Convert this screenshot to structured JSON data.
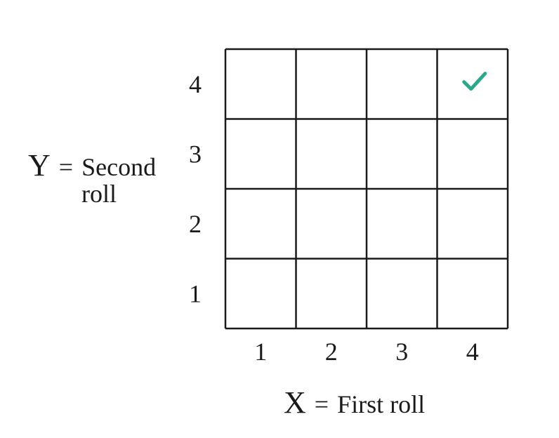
{
  "chart_data": {
    "type": "table",
    "x_values": [
      "1",
      "2",
      "3",
      "4"
    ],
    "y_values": [
      "1",
      "2",
      "3",
      "4"
    ],
    "x_axis": {
      "variable": "X",
      "equals": "=",
      "description": "First roll"
    },
    "y_axis": {
      "variable": "Y",
      "equals": "=",
      "description_line1": "Second",
      "description_line2": "roll"
    },
    "marked_cells": [
      {
        "x": "4",
        "y": "4",
        "mark": "check"
      }
    ],
    "grid": true
  },
  "colors": {
    "check_mark": "#2aa889",
    "grid_line": "#1a1a1a",
    "background": "#ffffff"
  },
  "icons": {
    "marked_cell_icon": "check-icon"
  }
}
